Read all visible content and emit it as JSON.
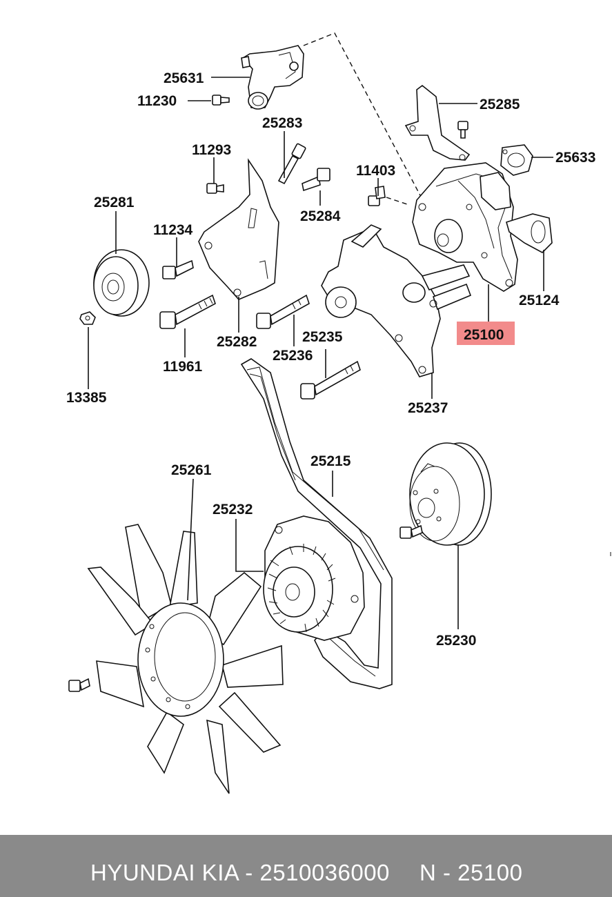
{
  "diagram": {
    "labels": {
      "p25631": "25631",
      "p11230": "11230",
      "p25283": "25283",
      "p25285": "25285",
      "p25633": "25633",
      "p11293": "11293",
      "p11403": "11403",
      "p25281": "25281",
      "p25284": "25284",
      "p11234": "11234",
      "p25124": "25124",
      "p25100": "25100",
      "p13385": "13385",
      "p25282": "25282",
      "p25235": "25235",
      "p11961": "11961",
      "p25236": "25236",
      "p25237": "25237",
      "p25261": "25261",
      "p25215": "25215",
      "p25232": "25232",
      "p25230": "25230"
    },
    "highlighted_part": "25100",
    "highlight_color": "#f28b8b"
  },
  "footer": {
    "brand_part": "HYUNDAI KIA - 2510036000",
    "ref": "N - 25100",
    "background_color": "#8a8a8a"
  }
}
